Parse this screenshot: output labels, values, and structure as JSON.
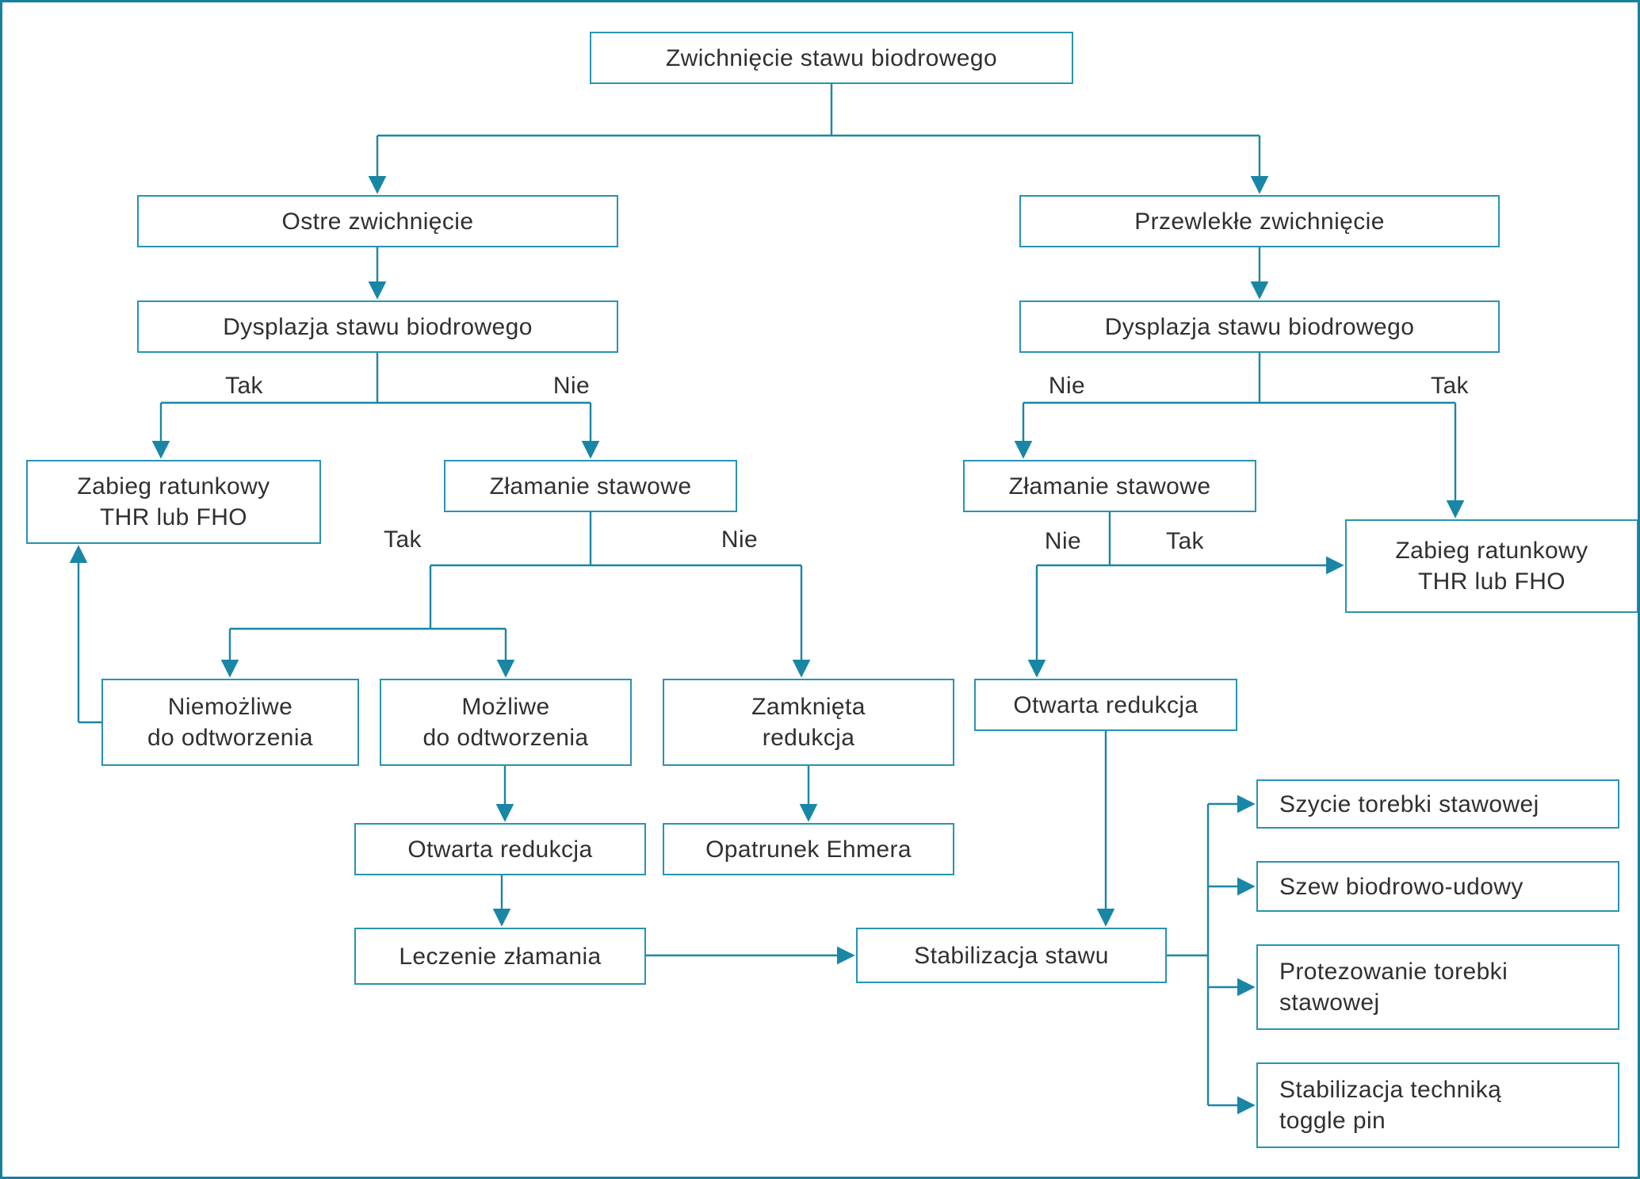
{
  "diagram": {
    "accent_color": "#1a86a6",
    "box_border_color": "#2794b2",
    "text_color": "#303030",
    "background_color": "#ffffff"
  },
  "branch_labels": {
    "yes": "Tak",
    "no": "Nie"
  },
  "nodes": {
    "root": {
      "label": "Zwichnięcie stawu biodrowego"
    },
    "ostre": {
      "label": "Ostre zwichnięcie"
    },
    "przewlekle": {
      "label": "Przewlekłe zwichnięcie"
    },
    "dys_left": {
      "label": "Dysplazja stawu biodrowego"
    },
    "dys_right": {
      "label": "Dysplazja stawu biodrowego"
    },
    "zabieg_left": {
      "label": "Zabieg ratunkowy\nTHR lub FHO"
    },
    "zlamanie_left": {
      "label": "Złamanie stawowe"
    },
    "zlamanie_right": {
      "label": "Złamanie stawowe"
    },
    "zabieg_right": {
      "label": "Zabieg ratunkowy\nTHR lub FHO"
    },
    "niemozliwe": {
      "label": "Niemożliwe\ndo odtworzenia"
    },
    "mozliwe": {
      "label": "Możliwe\ndo odtworzenia"
    },
    "zamknieta": {
      "label": "Zamknięta\nredukcja"
    },
    "otwarta_right": {
      "label": "Otwarta redukcja"
    },
    "otwarta_mid": {
      "label": "Otwarta redukcja"
    },
    "ehmer": {
      "label": "Opatrunek Ehmera"
    },
    "leczenie": {
      "label": "Leczenie złamania"
    },
    "stabilizacja": {
      "label": "Stabilizacja stawu"
    },
    "szycie": {
      "label": "Szycie torebki stawowej"
    },
    "szew": {
      "label": "Szew biodrowo-udowy"
    },
    "protezowanie": {
      "label": "Protezowanie torebki\nstawowej"
    },
    "toggle_pin": {
      "label": "Stabilizacja techniką\ntoggle pin"
    }
  }
}
